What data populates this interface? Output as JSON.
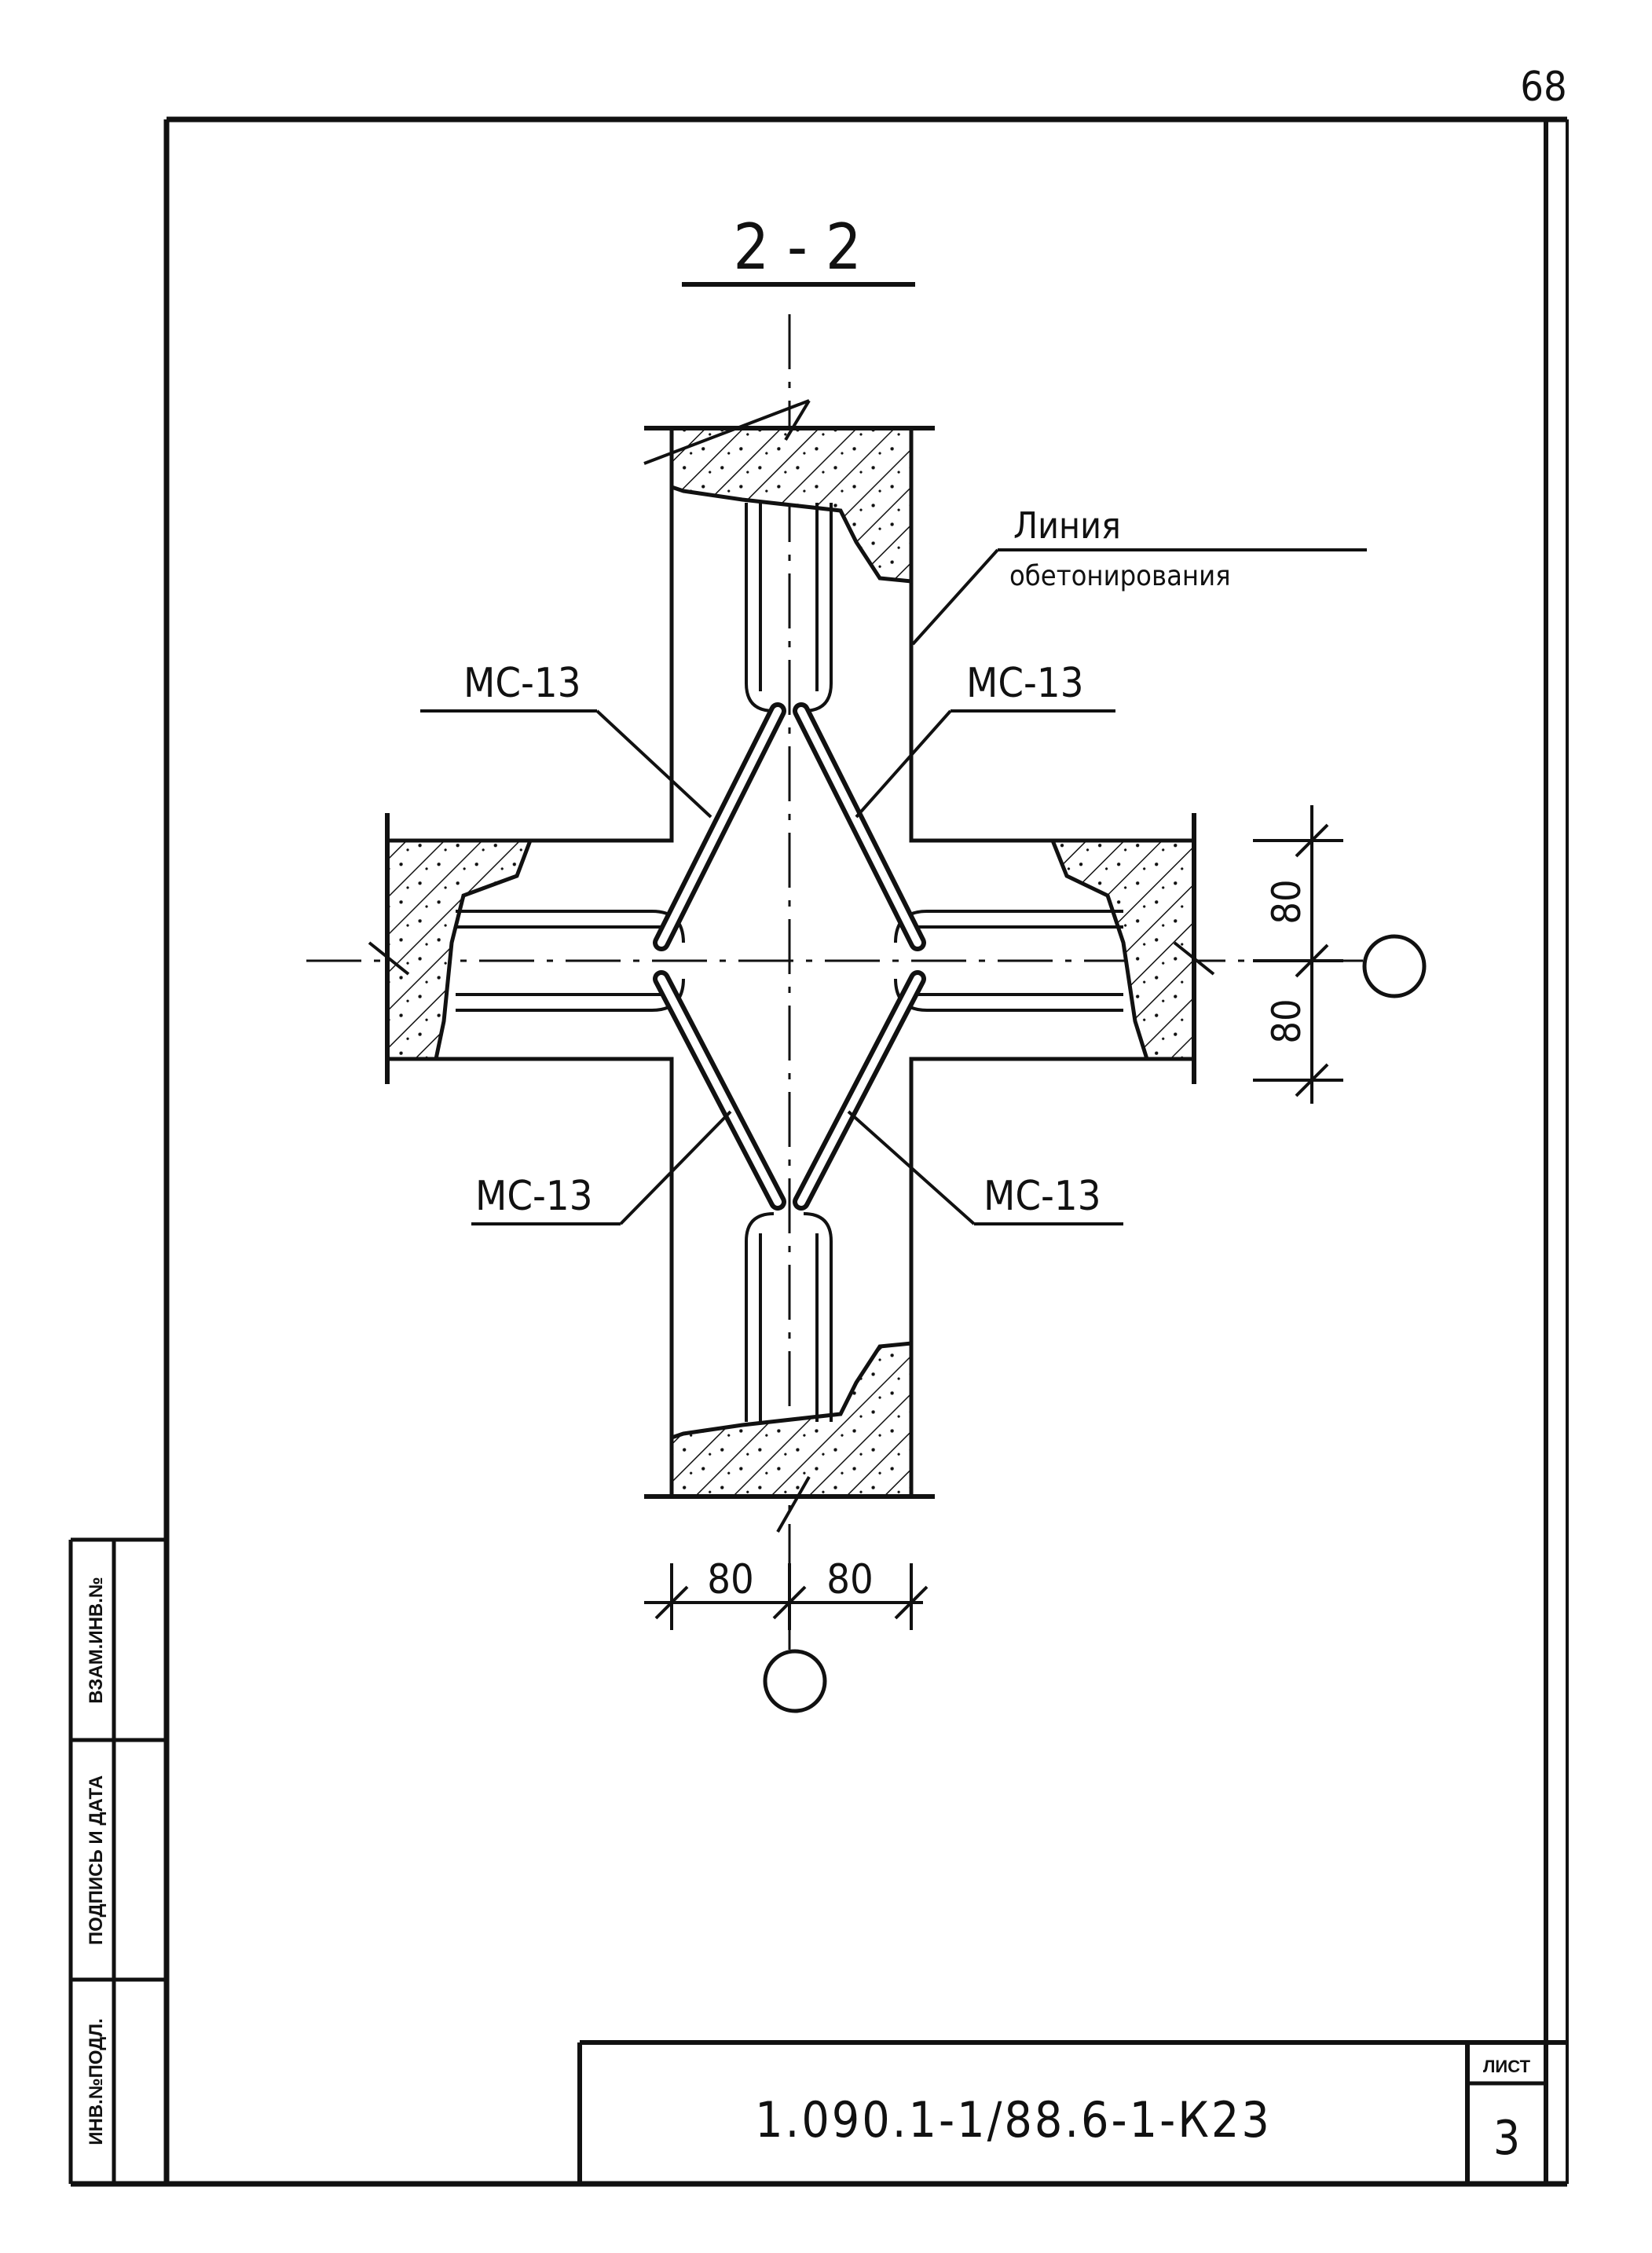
{
  "page": {
    "sheet_number": "68",
    "section_title": "2 - 2"
  },
  "labels": {
    "concreting_line_word1": "Линия",
    "concreting_line_word2": "обетонирования",
    "mc_top_left": "МС-13",
    "mc_top_right": "МС-13",
    "mc_bottom_left": "МС-13",
    "mc_bottom_right": "МС-13"
  },
  "dimensions": {
    "right_upper": "80",
    "right_lower": "80",
    "bottom_left": "80",
    "bottom_right": "80"
  },
  "title_block": {
    "document_code": "1.090.1-1/88.6-1-К23",
    "sheet_label": "ЛИСТ",
    "sheet_value": "3"
  },
  "side_stamp": {
    "field1": "ВЗАМ.ИНВ.№",
    "field2": "ПОДПИСЬ И ДАТА",
    "field3": "ИНВ.№ПОДЛ."
  }
}
